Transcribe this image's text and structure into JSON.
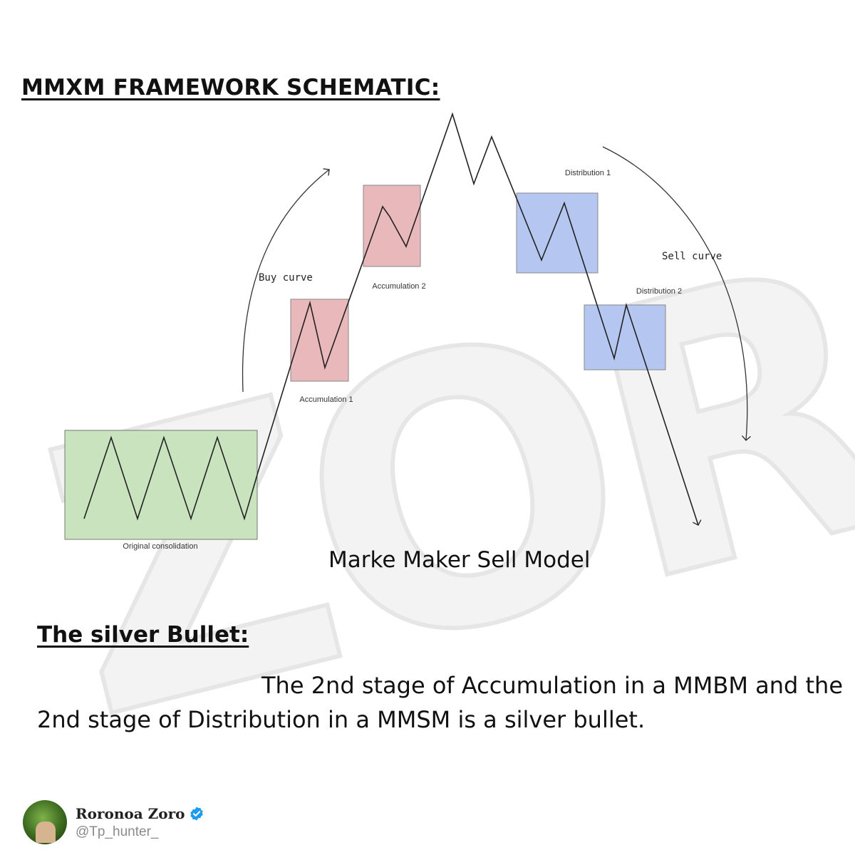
{
  "title": "MMXM FRAMEWORK SCHEMATIC:",
  "diagram": {
    "caption": "Marke Maker Sell Model",
    "labels": {
      "original_consolidation": "Original consolidation",
      "accumulation_1": "Accumulation 1",
      "accumulation_2": "Accumulation 2",
      "distribution_1": "Distribution 1",
      "distribution_2": "Distribution 2",
      "buy_curve": "Buy curve",
      "sell_curve": "Sell curve"
    },
    "colors": {
      "consolidation": "#c9e3bf",
      "accumulation": "#e9b8bb",
      "distribution": "#b5c6f0",
      "line": "#222222"
    }
  },
  "section": {
    "heading": "The silver Bullet:",
    "body": "The 2nd stage of Accumulation in a MMBM and the 2nd stage of Distribution in a MMSM is a silver bullet."
  },
  "author": {
    "name": "Roronoa Zoro",
    "handle": "@Tp_hunter_",
    "verified_color": "#1d9bf0"
  },
  "watermark": {
    "text": "ZORO"
  }
}
